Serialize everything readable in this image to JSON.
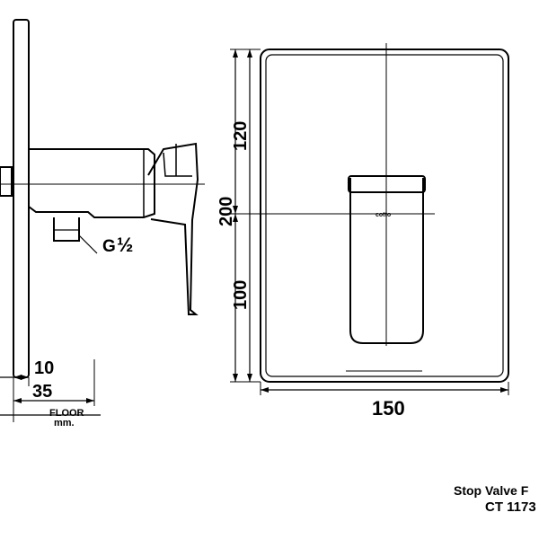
{
  "side_view": {
    "thread_label": "G",
    "thread_size": "½",
    "dim_wall_offset": "10",
    "dim_depth": "35",
    "floor_label": "FLOOR",
    "unit_label": "mm."
  },
  "front_view": {
    "dim_upper": "120",
    "dim_total_height": "200",
    "dim_lower": "100",
    "dim_width": "150",
    "brand_mark": "cotto"
  },
  "caption": {
    "line1": "Stop Valve F",
    "line2": "CT 1173"
  },
  "colors": {
    "line": "#000000",
    "background": "#ffffff"
  }
}
